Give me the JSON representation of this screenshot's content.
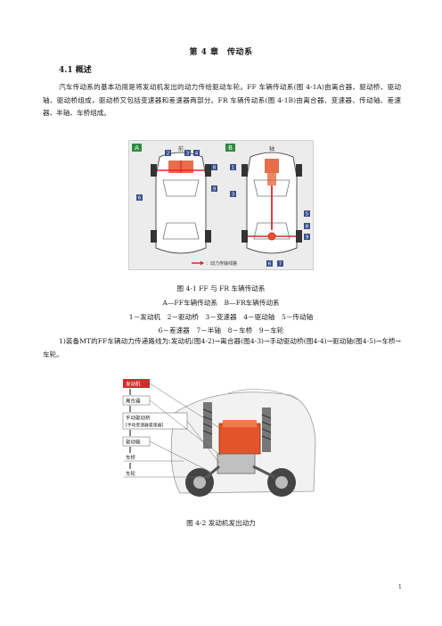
{
  "chapter_title": "第 4 章　传动系",
  "section_title": "4.1 概述",
  "paragraph_1": "汽车传动系的基本功用是将发动机发出的动力传给驱动车轮。FF 车辆传动系(图 4-1A)由离合器、驱动桥、驱动轴、驱动桥组成，驱动桥又包括变速器和差速器两部分。FR 车辆传动系(图 4-1B)由离合器、变速器、传动轴、差速器、半轴、车桥组成。",
  "figure_1": {
    "panel_a": "A",
    "panel_b": "B",
    "header_a": "前",
    "header_b": "轴",
    "callouts_a": [
      "2",
      "3",
      "4",
      "8",
      "9",
      "6"
    ],
    "callouts_b": [
      "1",
      "3",
      "5",
      "8",
      "9",
      "6",
      "7"
    ],
    "legend": "：动力传输线路",
    "caption": "图 4-1 FF 与 FR 车辆传动系",
    "caption_line2": "A—FF车辆传动系　B—FR车辆传动系",
    "caption_line3": "1－发动机　2－驱动桥　3－变速器　4－驱动轴　5－传动轴",
    "caption_line4": "6－差速器　7－半轴　8－车桥　9－车轮"
  },
  "paragraph_2": "1)装备MT的FF车辆动力传递路线为:发动机(图4-2)→离合器(图4-3)→手动驱动桥(图4-4)→驱动轴(图4-5)→车桥→车轮。",
  "figure_2": {
    "flow_labels": [
      "发动机",
      "离合器",
      "手动驱动桥",
      "[手动变速器差速器]",
      "驱动轴",
      "车桥",
      "车轮"
    ],
    "caption": "图 4-2 发动机发出动力"
  },
  "page_number": "1",
  "colors": {
    "callout_blue": "#3a4f8a",
    "panel_green": "#2e8b3e",
    "power_red": "#d62a2a",
    "engine_orange": "#e2552a"
  }
}
